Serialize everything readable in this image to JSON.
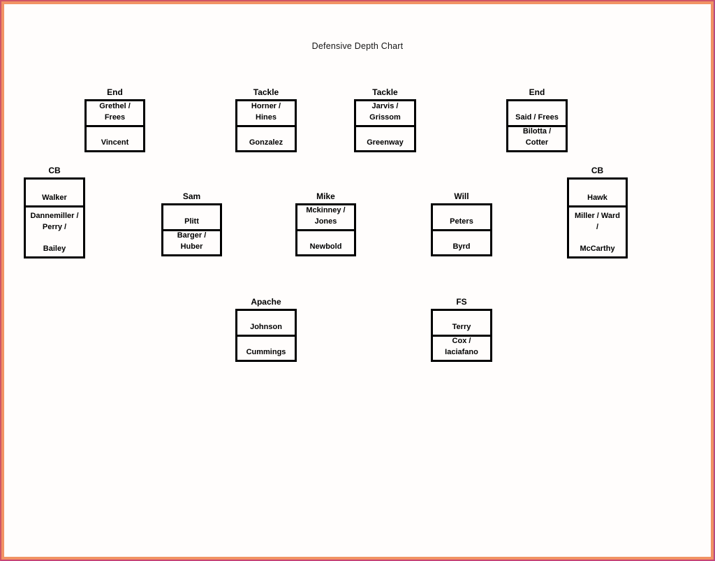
{
  "page": {
    "title": "Defensive Depth Chart"
  },
  "frame": {
    "outer_color": "#d05467",
    "inner_color": "#f19364",
    "page_color": "#fffdfc",
    "box_border_color": "#000000"
  },
  "boxes": [
    {
      "id": "end-left",
      "label": "End",
      "starters": "Grethel /\nFrees",
      "backups": "Vincent"
    },
    {
      "id": "tackle-left",
      "label": "Tackle",
      "starters": "Horner /\nHines",
      "backups": "Gonzalez"
    },
    {
      "id": "tackle-right",
      "label": "Tackle",
      "starters": "Jarvis /\nGrissom",
      "backups": "Greenway"
    },
    {
      "id": "end-right",
      "label": "End",
      "starters": "Said / Frees",
      "backups": "Bilotta /\nCotter"
    },
    {
      "id": "cb-left",
      "label": "CB",
      "starters": "Walker",
      "backups": "Dannemiller /\nPerry /\n\nBailey"
    },
    {
      "id": "sam",
      "label": "Sam",
      "starters": "Plitt",
      "backups": "Barger /\nHuber"
    },
    {
      "id": "mike",
      "label": "Mike",
      "starters": "Mckinney /\nJones",
      "backups": "Newbold"
    },
    {
      "id": "will",
      "label": "Will",
      "starters": "Peters",
      "backups": "Byrd"
    },
    {
      "id": "cb-right",
      "label": "CB",
      "starters": "Hawk",
      "backups": "Miller / Ward\n/\n\nMcCarthy"
    },
    {
      "id": "apache",
      "label": "Apache",
      "starters": "Johnson",
      "backups": "Cummings"
    },
    {
      "id": "fs",
      "label": "FS",
      "starters": "Terry",
      "backups": "Cox /\nIaciafano"
    }
  ]
}
